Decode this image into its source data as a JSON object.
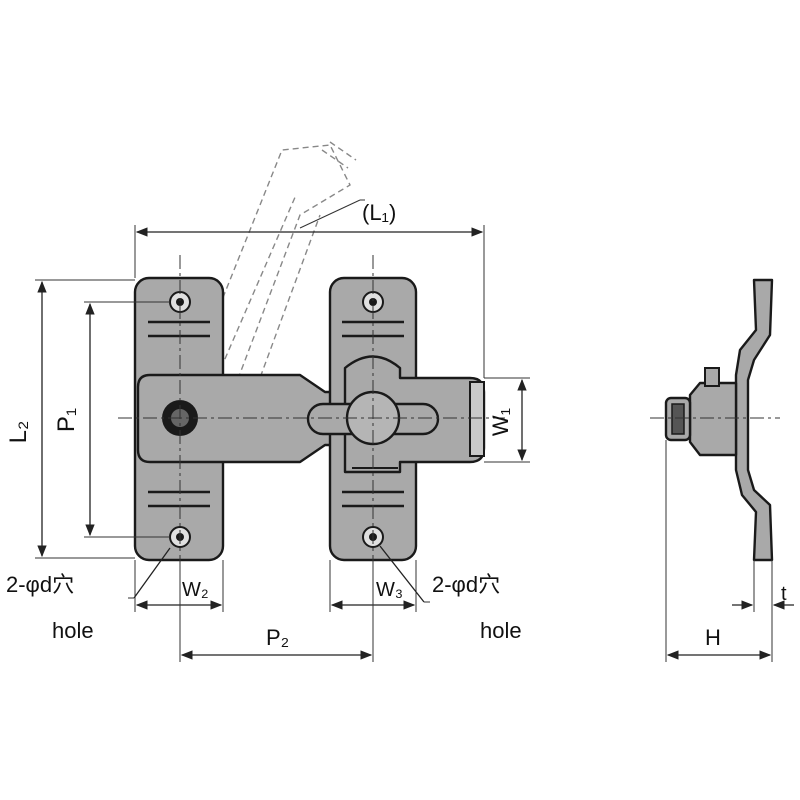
{
  "dimensions": {
    "l1": "(L₁)",
    "l2": "L₂",
    "p1": "P₁",
    "p2": "P₂",
    "w1": "W₁",
    "w2": "W₂",
    "w3": "W₃",
    "h": "H",
    "t": "t"
  },
  "callouts": {
    "left_hole": "2-φd穴",
    "left_hole_en": "hole",
    "right_hole": "2-φd穴",
    "right_hole_en": "hole"
  },
  "colors": {
    "metal_fill": "#a9a9a9",
    "outline": "#1a1a1a",
    "background": "#ffffff"
  }
}
